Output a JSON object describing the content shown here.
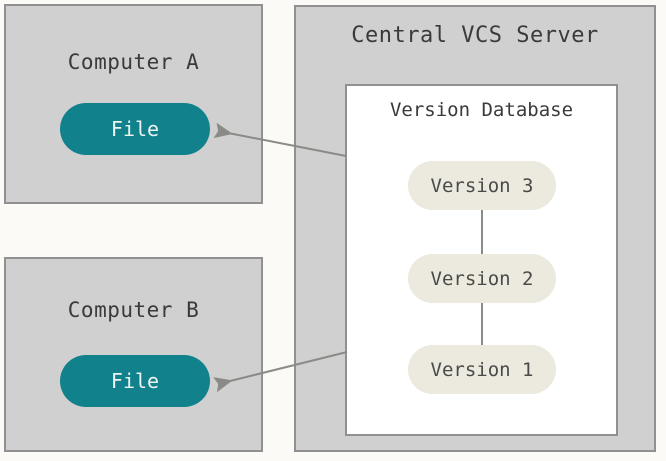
{
  "diagram": {
    "title_semantic": "centralized-version-control-system",
    "background_color": "#fbfaf7",
    "panel_fill": "#d0d0d0",
    "panel_border": "#909090",
    "file_fill": "#11818c",
    "file_text_color": "#eef3f3",
    "version_fill": "#eceade",
    "version_text_color": "#4a4a4a",
    "arrow_color": "#8a8a86",
    "box_fill": "#ffffff"
  },
  "computer_a": {
    "title": "Computer A",
    "file_label": "File"
  },
  "computer_b": {
    "title": "Computer B",
    "file_label": "File"
  },
  "server": {
    "title": "Central VCS Server",
    "database": {
      "title": "Version Database",
      "versions": [
        {
          "label": "Version 3"
        },
        {
          "label": "Version 2"
        },
        {
          "label": "Version 1"
        }
      ]
    }
  },
  "arrows": [
    {
      "name": "arrow-server-to-computer-a",
      "from": "Version Database",
      "to": "Computer A File",
      "direction": "left"
    },
    {
      "name": "arrow-server-to-computer-b",
      "from": "Version Database",
      "to": "Computer B File",
      "direction": "left"
    }
  ]
}
